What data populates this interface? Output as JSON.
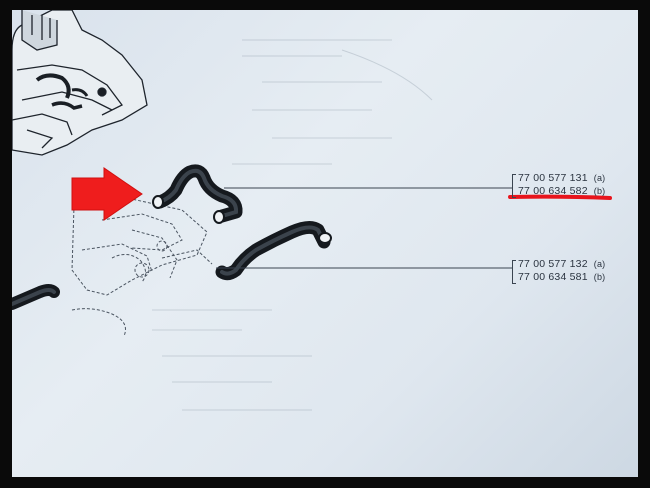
{
  "references": [
    {
      "lines": [
        {
          "part_number": "77 00 577 131",
          "variant": "(a)"
        },
        {
          "part_number": "77 00 634 582",
          "variant": "(b)"
        }
      ],
      "highlighted": true
    },
    {
      "lines": [
        {
          "part_number": "77 00 577 132",
          "variant": "(a)"
        },
        {
          "part_number": "77 00 634 581",
          "variant": "(b)"
        }
      ],
      "highlighted": false
    }
  ],
  "colors": {
    "arrow": "#ef1d1d",
    "underline": "#e8141c",
    "ink": "#222831",
    "paper": "#dde6ee"
  },
  "icons": {
    "pointer": "red-arrow-icon"
  }
}
